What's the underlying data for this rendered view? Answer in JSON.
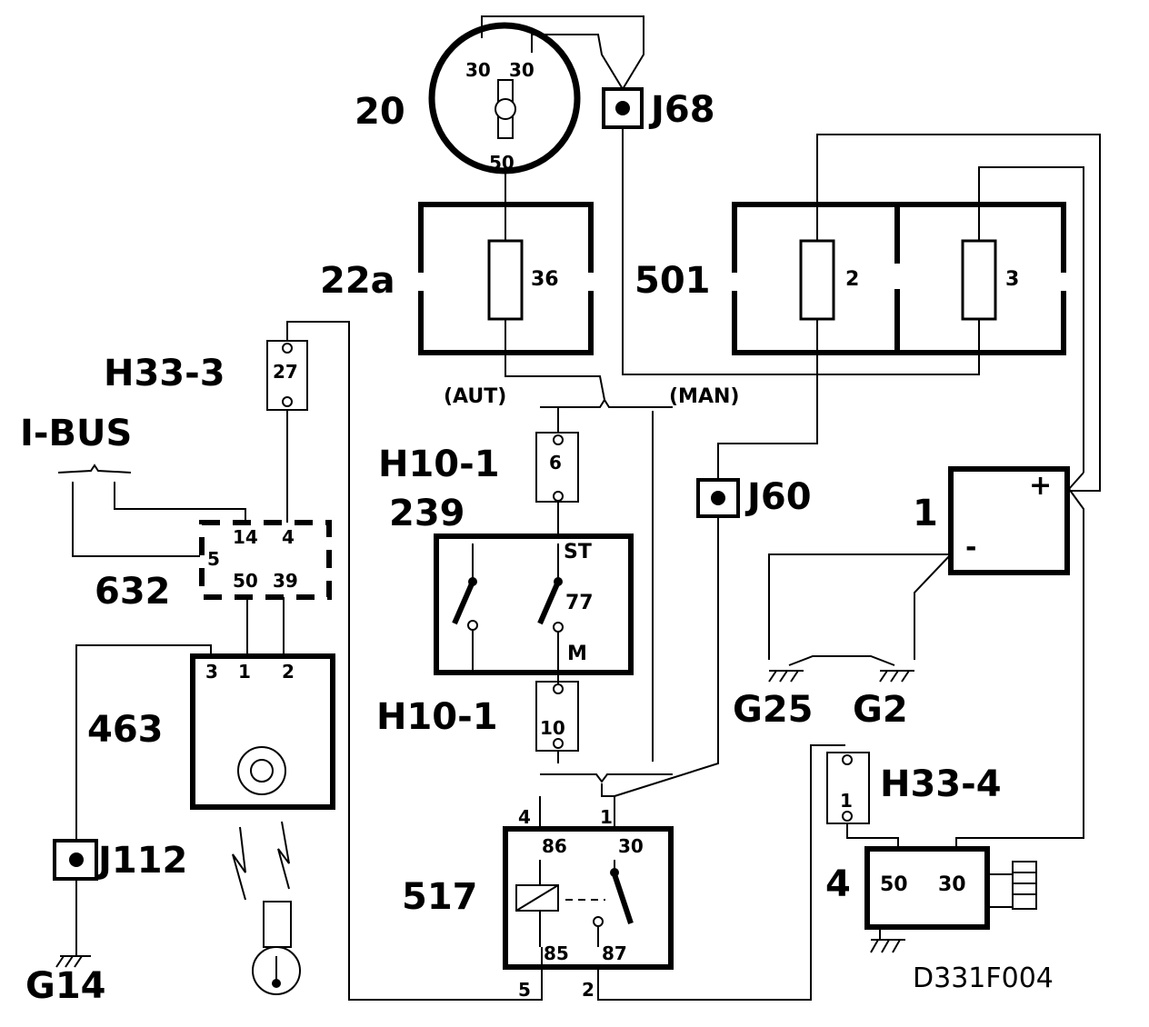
{
  "components": {
    "ignition_switch": {
      "id": "20",
      "pin_a": "30",
      "pin_b": "30",
      "pin_c": "50"
    },
    "fuse_box_a": {
      "id": "22a",
      "fuse": "36"
    },
    "fuse_box_b": {
      "id": "501",
      "fuse_1": "2",
      "fuse_2": "3"
    },
    "junction_j68": "J68",
    "junction_j60": "J60",
    "junction_j112": "J112",
    "connector_h33_3": {
      "id": "H33-3",
      "pin": "27"
    },
    "connector_h10_1_top": {
      "id": "H10-1",
      "pin": "6"
    },
    "connector_h10_1_bottom": {
      "id": "H10-1",
      "pin": "10"
    },
    "connector_h33_4": {
      "id": "H33-4",
      "pin": "1"
    },
    "ibus": "I-BUS",
    "module_632": {
      "id": "632",
      "pins": [
        "14",
        "4",
        "5",
        "50",
        "39"
      ]
    },
    "module_463": {
      "id": "463",
      "pins": [
        "3",
        "1",
        "2"
      ]
    },
    "switch_239": {
      "id": "239",
      "st": "ST",
      "pin": "77",
      "m": "M"
    },
    "relay_517": {
      "id": "517",
      "top_left": "4",
      "top_right": "1",
      "p86": "86",
      "p30": "30",
      "p85": "85",
      "p87": "87",
      "bottom_left": "5",
      "bottom_right": "2"
    },
    "battery": {
      "id": "1",
      "plus": "+",
      "minus": "-"
    },
    "starter": {
      "id": "4",
      "p50": "50",
      "p30": "30"
    },
    "ground_g25": "G25",
    "ground_g2": "G2",
    "ground_g14": "G14"
  },
  "labels": {
    "aut": "(AUT)",
    "man": "(MAN)",
    "drawing_code": "D331F004"
  }
}
